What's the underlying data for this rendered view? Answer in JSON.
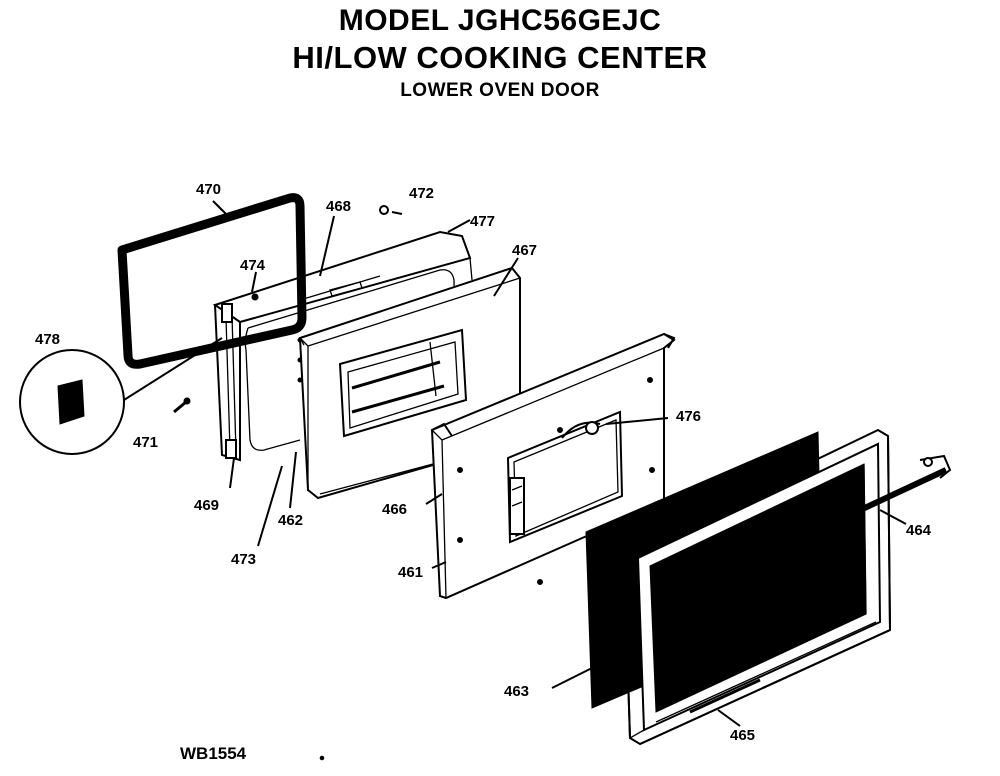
{
  "header": {
    "model": "MODEL JGHC56GEJC",
    "product": "HI/LOW COOKING CENTER",
    "section": "LOWER OVEN DOOR"
  },
  "drawing_code": "WB1554",
  "callouts": {
    "p470": "470",
    "p472": "472",
    "p468": "468",
    "p477": "477",
    "p474": "474",
    "p467": "467",
    "p478": "478",
    "p471": "471",
    "p476": "476",
    "p469": "469",
    "p462": "462",
    "p473": "473",
    "p466": "466",
    "p464": "464",
    "p461": "461",
    "p463": "463",
    "p465": "465"
  }
}
